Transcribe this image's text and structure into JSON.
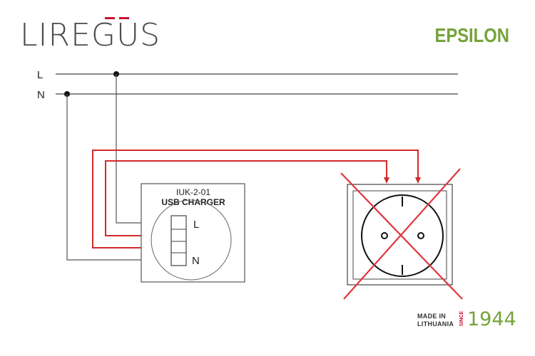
{
  "logo": {
    "text": "LIREGUS"
  },
  "brand": {
    "text": "EPSILON"
  },
  "lines": {
    "live_label": "L",
    "neutral_label": "N"
  },
  "charger": {
    "model": "IUK-2-01",
    "title": "USB CHARGER",
    "terminal_l": "L",
    "terminal_n": "N"
  },
  "footer": {
    "made_line1": "MADE IN",
    "made_line2": "LITHUANIA",
    "since": "SINCE",
    "year": "1944"
  },
  "colors": {
    "wire_red": "#d42a2a",
    "cross_red": "#e0363f",
    "wire_gray": "#333333",
    "brand_green": "#76a33a"
  }
}
